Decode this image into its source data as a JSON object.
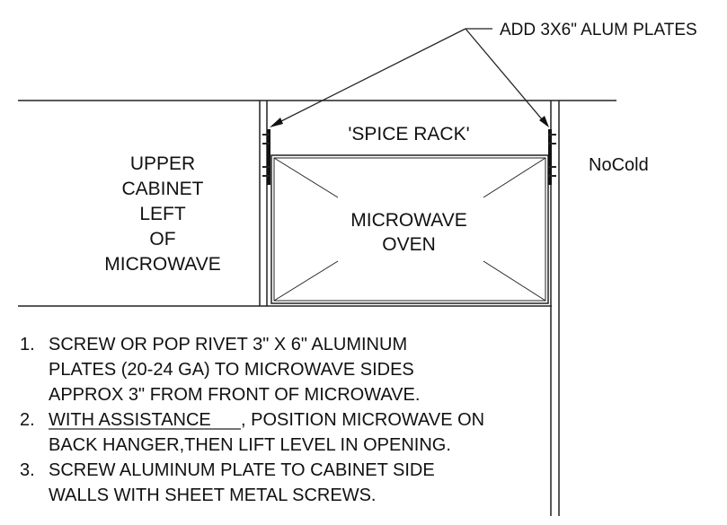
{
  "callout": {
    "text": "ADD 3X6\" ALUM PLATES"
  },
  "labels": {
    "spice_rack": "'SPICE RACK'",
    "microwave_line1": "MICROWAVE",
    "microwave_line2": "OVEN",
    "cabinet_lines": [
      "UPPER",
      "CABINET",
      "LEFT",
      "OF",
      "MICROWAVE"
    ],
    "right_side": "NoCold"
  },
  "notes": [
    {
      "number": "1.",
      "lines": [
        "SCREW OR POP RIVET 3\" X 6\" ALUMINUM",
        "PLATES (20-24 GA) TO MICROWAVE SIDES",
        "APPROX 3\" FROM FRONT OF MICROWAVE."
      ]
    },
    {
      "number": "2.",
      "underlined": "WITH ASSISTANCE",
      "first_rest": ", POSITION MICROWAVE ON",
      "lines": [
        "BACK HANGER,THEN LIFT LEVEL IN OPENING."
      ]
    },
    {
      "number": "3.",
      "lines": [
        "SCREW ALUMINUM PLATE TO CABINET SIDE",
        "WALLS WITH SHEET METAL SCREWS."
      ]
    }
  ]
}
